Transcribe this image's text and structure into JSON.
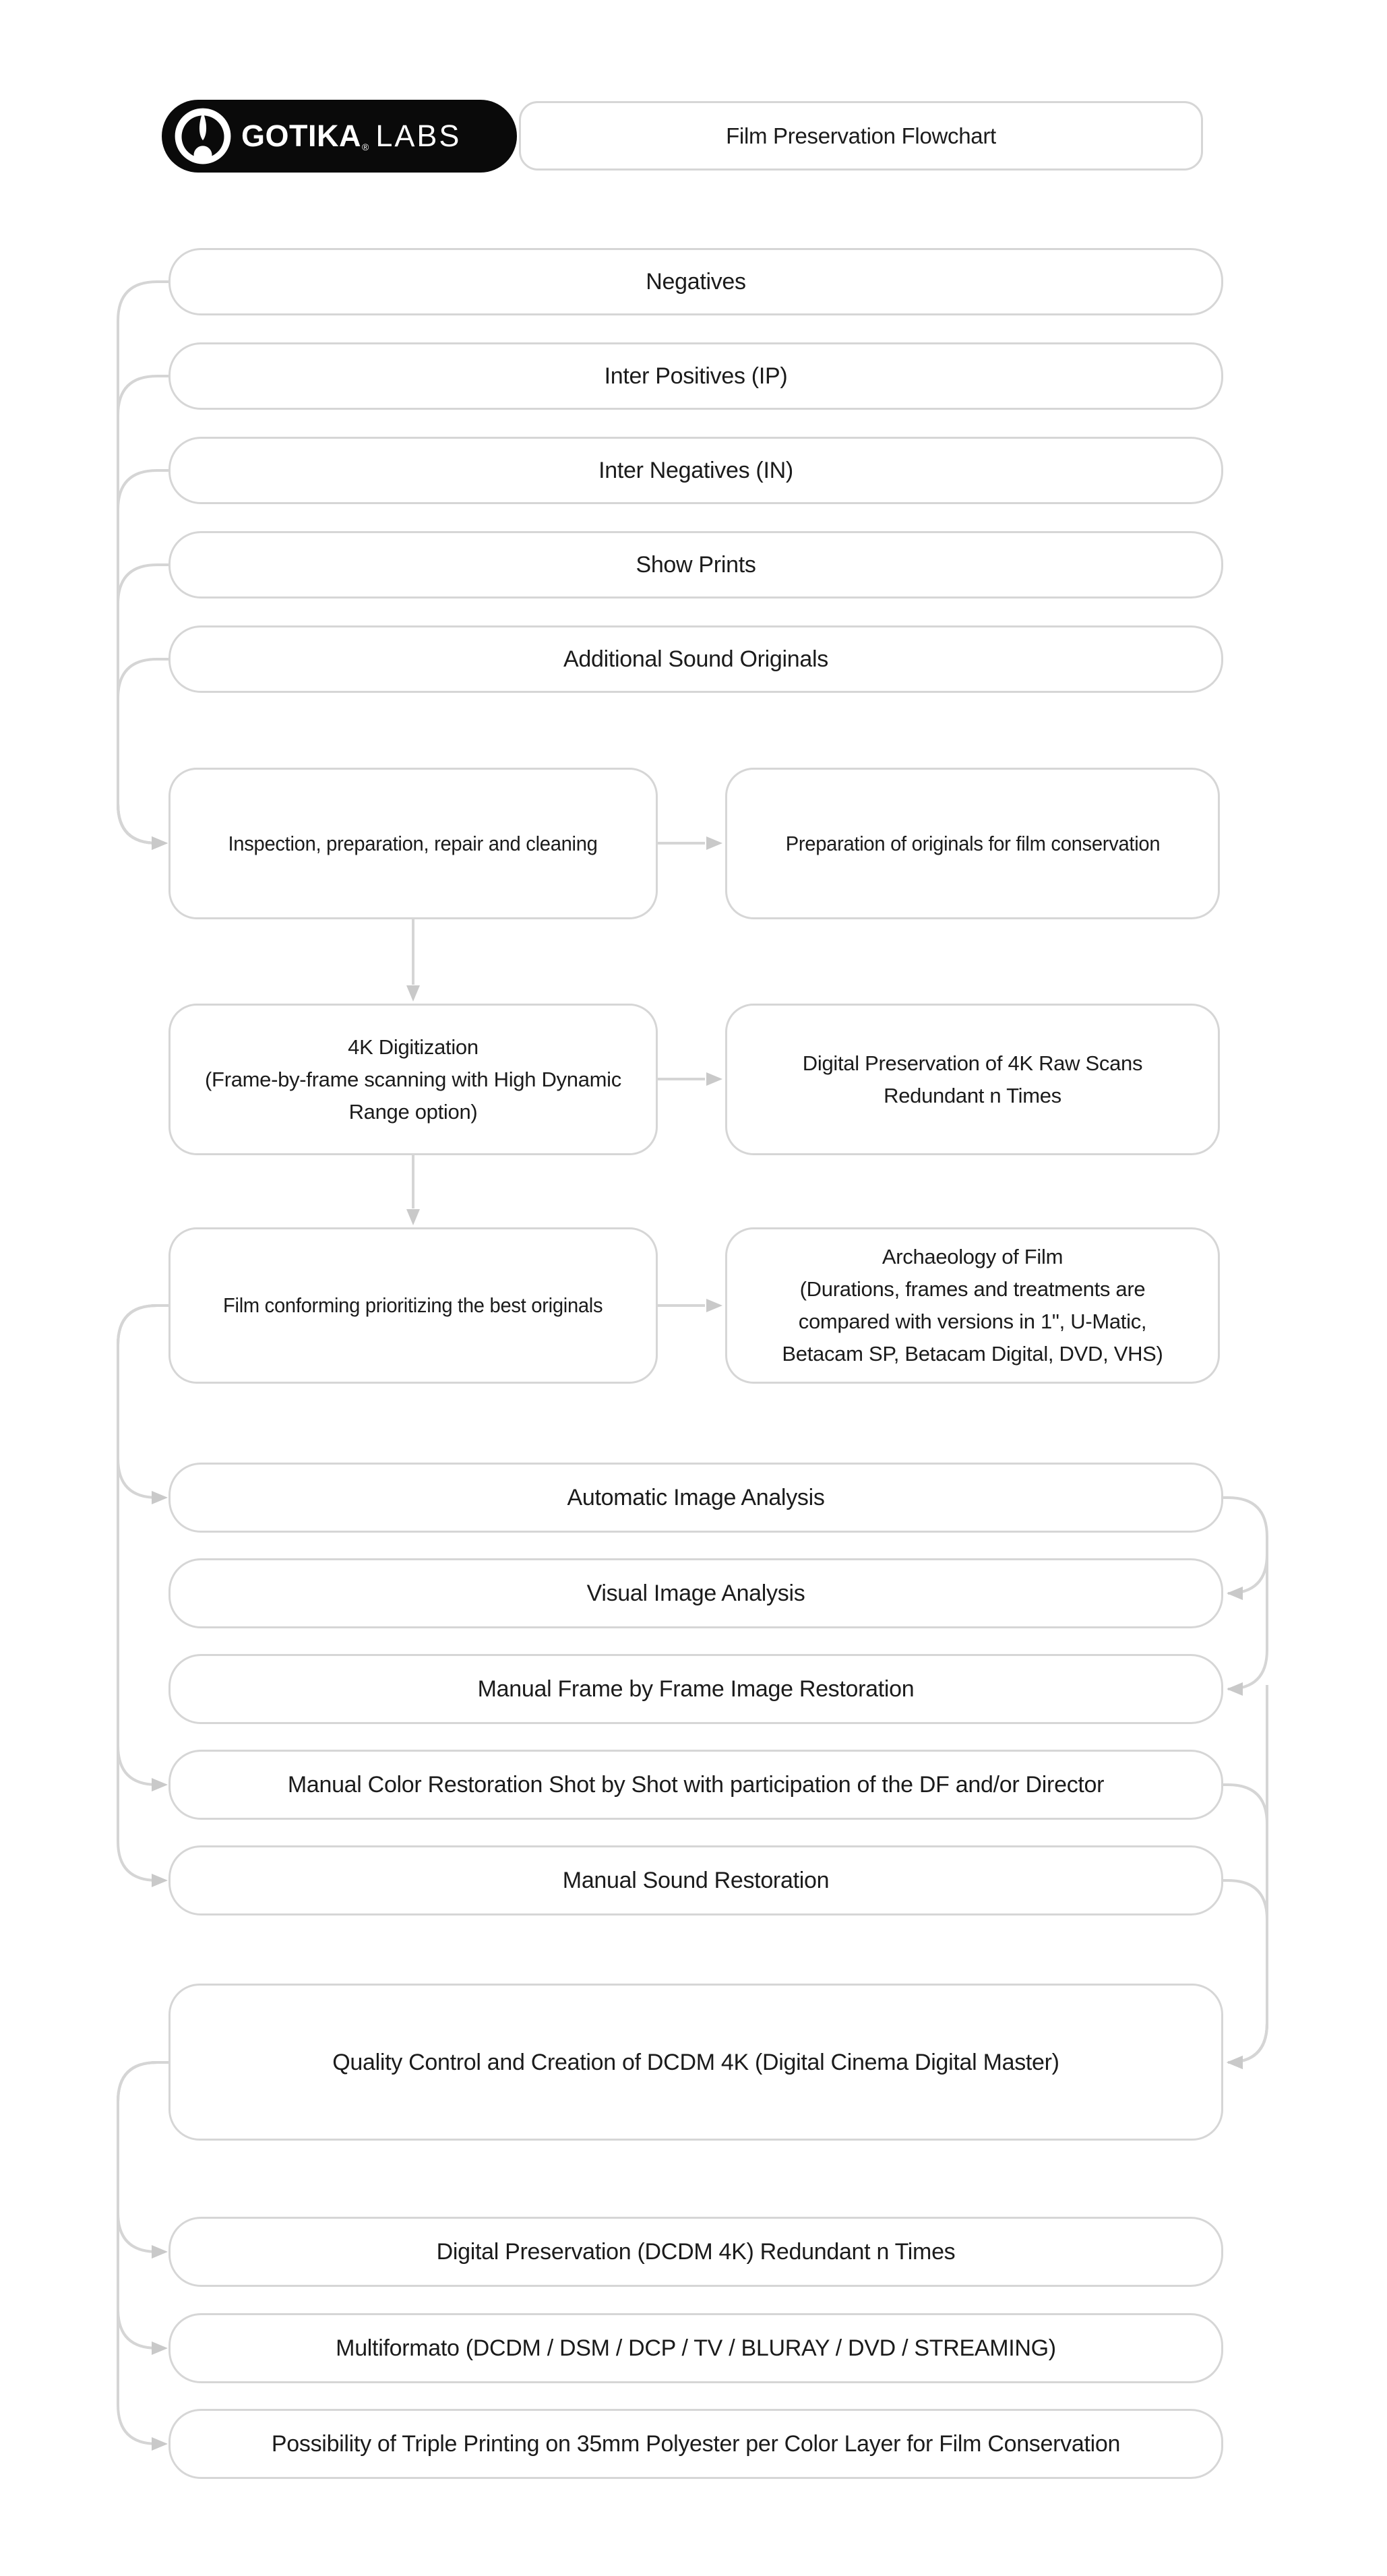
{
  "header": {
    "logo": {
      "brand_bold": "GOTIKA",
      "reg_mark": "®",
      "brand_light": "LABS"
    },
    "title": "Film Preservation Flowchart"
  },
  "nodes": {
    "negatives": {
      "label": "Negatives"
    },
    "inter_positives": {
      "label": "Inter Positives (IP)"
    },
    "inter_negatives": {
      "label": "Inter Negatives (IN)"
    },
    "show_prints": {
      "label": "Show Prints"
    },
    "additional_sound": {
      "label": "Additional Sound Originals"
    },
    "inspection": {
      "label": "Inspection, preparation, repair and cleaning"
    },
    "preparation": {
      "label": "Preparation of originals for film conservation"
    },
    "digitization_4k": {
      "label": "4K Digitization\n(Frame-by-frame scanning with High Dynamic\nRange option)"
    },
    "dig_pres_raw": {
      "label": "Digital Preservation of 4K Raw Scans\nRedundant n Times"
    },
    "film_conforming": {
      "label": "Film conforming prioritizing the best originals"
    },
    "archaeology": {
      "label": "Archaeology of Film\n(Durations, frames and treatments are\ncompared with versions in 1\", U-Matic,\nBetacam SP, Betacam Digital, DVD, VHS)"
    },
    "automatic_analysis": {
      "label": "Automatic Image Analysis"
    },
    "visual_analysis": {
      "label": "Visual Image Analysis"
    },
    "manual_frame": {
      "label": "Manual Frame by Frame Image Restoration"
    },
    "manual_color": {
      "label": "Manual Color Restoration Shot by Shot with participation of the DF and/or Director"
    },
    "manual_sound": {
      "label": "Manual Sound Restoration"
    },
    "quality_control": {
      "label": "Quality Control and Creation of DCDM 4K (Digital Cinema Digital Master)"
    },
    "dig_pres_dcdm": {
      "label": "Digital Preservation (DCDM 4K) Redundant n Times"
    },
    "multiformato": {
      "label": "Multiformato (DCDM / DSM / DCP / TV / BLURAY / DVD / STREAMING)"
    },
    "triple_printing": {
      "label": "Possibility of Triple Printing on 35mm Polyester per Color Layer for Film Conservation"
    }
  },
  "edges": [
    {
      "from": "negatives",
      "to": "inspection"
    },
    {
      "from": "inter_positives",
      "to": "inspection"
    },
    {
      "from": "inter_negatives",
      "to": "inspection"
    },
    {
      "from": "show_prints",
      "to": "inspection"
    },
    {
      "from": "additional_sound",
      "to": "inspection"
    },
    {
      "from": "inspection",
      "to": "preparation"
    },
    {
      "from": "inspection",
      "to": "digitization_4k"
    },
    {
      "from": "digitization_4k",
      "to": "dig_pres_raw"
    },
    {
      "from": "digitization_4k",
      "to": "film_conforming"
    },
    {
      "from": "film_conforming",
      "to": "archaeology"
    },
    {
      "from": "film_conforming",
      "to": "automatic_analysis"
    },
    {
      "from": "film_conforming",
      "to": "manual_color"
    },
    {
      "from": "film_conforming",
      "to": "manual_sound"
    },
    {
      "from": "automatic_analysis",
      "to": "visual_analysis"
    },
    {
      "from": "visual_analysis",
      "to": "manual_frame"
    },
    {
      "from": "manual_frame",
      "to": "quality_control"
    },
    {
      "from": "manual_color",
      "to": "quality_control"
    },
    {
      "from": "manual_sound",
      "to": "quality_control"
    },
    {
      "from": "quality_control",
      "to": "dig_pres_dcdm"
    },
    {
      "from": "quality_control",
      "to": "multiformato"
    },
    {
      "from": "quality_control",
      "to": "triple_printing"
    }
  ],
  "colors": {
    "box_border": "#d6d6d6",
    "connector_line": "#d5d5d5",
    "arrowhead": "#c9c9c9",
    "text": "#1b1b1b",
    "logo_background": "#0a0a0a",
    "logo_text": "#ffffff"
  }
}
